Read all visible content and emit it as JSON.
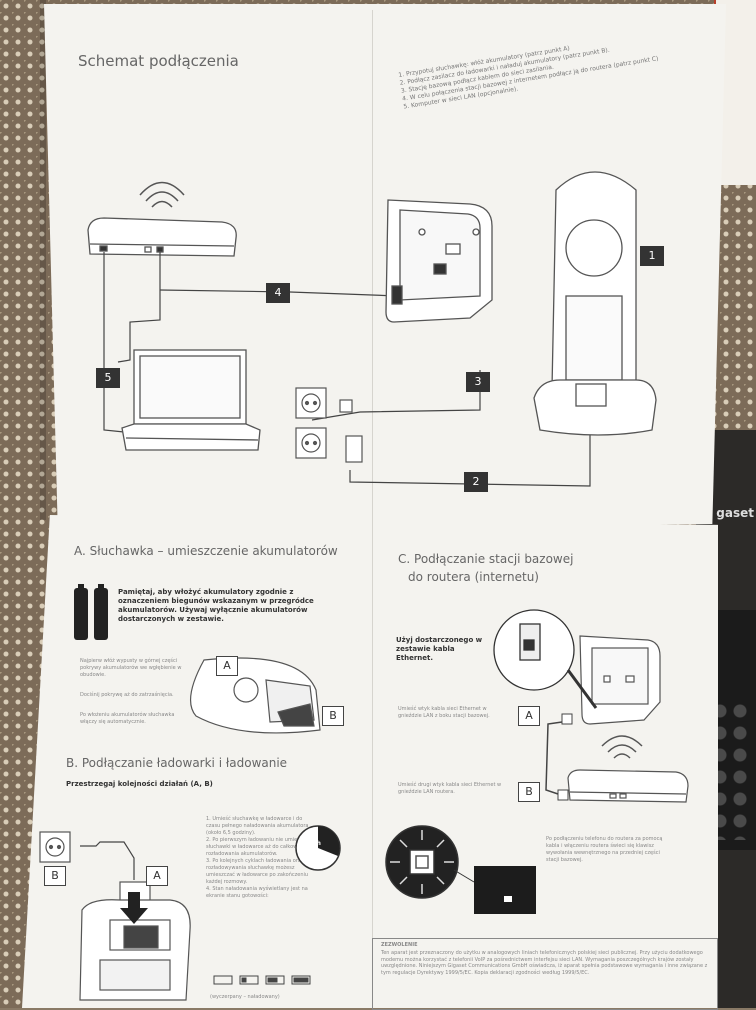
{
  "top": {
    "title": "Schemat podłączenia",
    "steps": [
      "1. Przypotuj słuchawkę: włóż akumulatory (patrz punkt A)",
      "2. Podłącz zasilacz do ładowarki i naładuj akumulatory (patrz punkt B).",
      "3. Stację bazową podłącz kablem do sieci zasilania.",
      "4. W celu połączenia stacji bazowej z internetem podłącz ją do routera (patrz punkt C)",
      "5. Komputer w sieci LAN (opcjonalnie)."
    ],
    "callouts": [
      "1",
      "2",
      "3",
      "4",
      "5"
    ]
  },
  "sectionA": {
    "title": "A. Słuchawka – umieszczenie akumulatorów",
    "note": "Pamiętaj, aby włożyć akumulatory zgodnie z oznaczeniem biegunów wskazanym w przegródce akumulatorów. Używaj wyłącznie akumulatorów dostarczonych w zestawie.",
    "step1": "Najpierw włóż wypusty w górnej części pokrywy akumulatorów we wgłębienie w obudowie.",
    "step2": "Dociśnij pokrywę aż do zatrzaśnięcia.",
    "step3": "Po włożeniu akumulatorów słuchawka włączy się automatycznie.",
    "label_a": "A",
    "label_b": "B"
  },
  "sectionB": {
    "title": "B. Podłączanie ładowarki i ładowanie",
    "subtitle": "Przestrzegaj kolejności działań (A, B)",
    "steps": [
      "1. Umieść słuchawkę w ładowarce i do czasu pełnego naładowania akumulatora (około 6,5 godziny).",
      "2. Po pierwszym ładowaniu nie umieszczaj słuchawki w ładowarce aż do całkowitego rozładowania akumulatorów.",
      "3. Po kolejnych cyklach ładowania oraz rozładowywania słuchawkę możesz umieszczać w ładowarce po zakończeniu każdej rozmowy.",
      "4. Stan naładowania wyświetlany jest na ekranie stanu gotowości:"
    ],
    "charge_time": "6,5h",
    "legend": "(wyczerpany – naładowany)",
    "label_a": "A",
    "label_b": "B"
  },
  "sectionC": {
    "title_line1": "C. Podłączanie stacji bazowej",
    "title_line2": "do routera (internetu)",
    "note": "Użyj dostarczonego w zestawie kabla Ethernet.",
    "step_a": "Umieść wtyk kabla sieci Ethernet w gnieździe LAN z boku stacji bazowej.",
    "step_b": "Umieść drugi wtyk kabla sieci Ethernet w gnieździe LAN routera.",
    "after": "Po podłączeniu telefonu do routera za pomocą kabla i włączeniu routera świeci się klawisz wywołania wewnętrznego na przedniej części stacji bazowej.",
    "label_a": "A",
    "label_b": "B"
  },
  "footer": {
    "heading": "ZEZWOLENIE",
    "text": "Ten aparat jest przeznaczony do użytku w analogowych liniach telefonicznych polskiej sieci publicznej. Przy użyciu dodatkowego modemu można korzystać z telefonii VoIP za pośrednictwem interfejsu sieci LAN. Wymagania poszczególnych krajów zostały uwzględnione. Niniejszym Gigaset Communications GmbH oświadcza, iż aparat spełnia podstawowe wymagania i inne związane z tym regulacje Dyrektywy 1999/5/EC. Kopia deklaracji zgodności według 1999/5/EC."
  },
  "background": {
    "brand_text": "gaset"
  }
}
